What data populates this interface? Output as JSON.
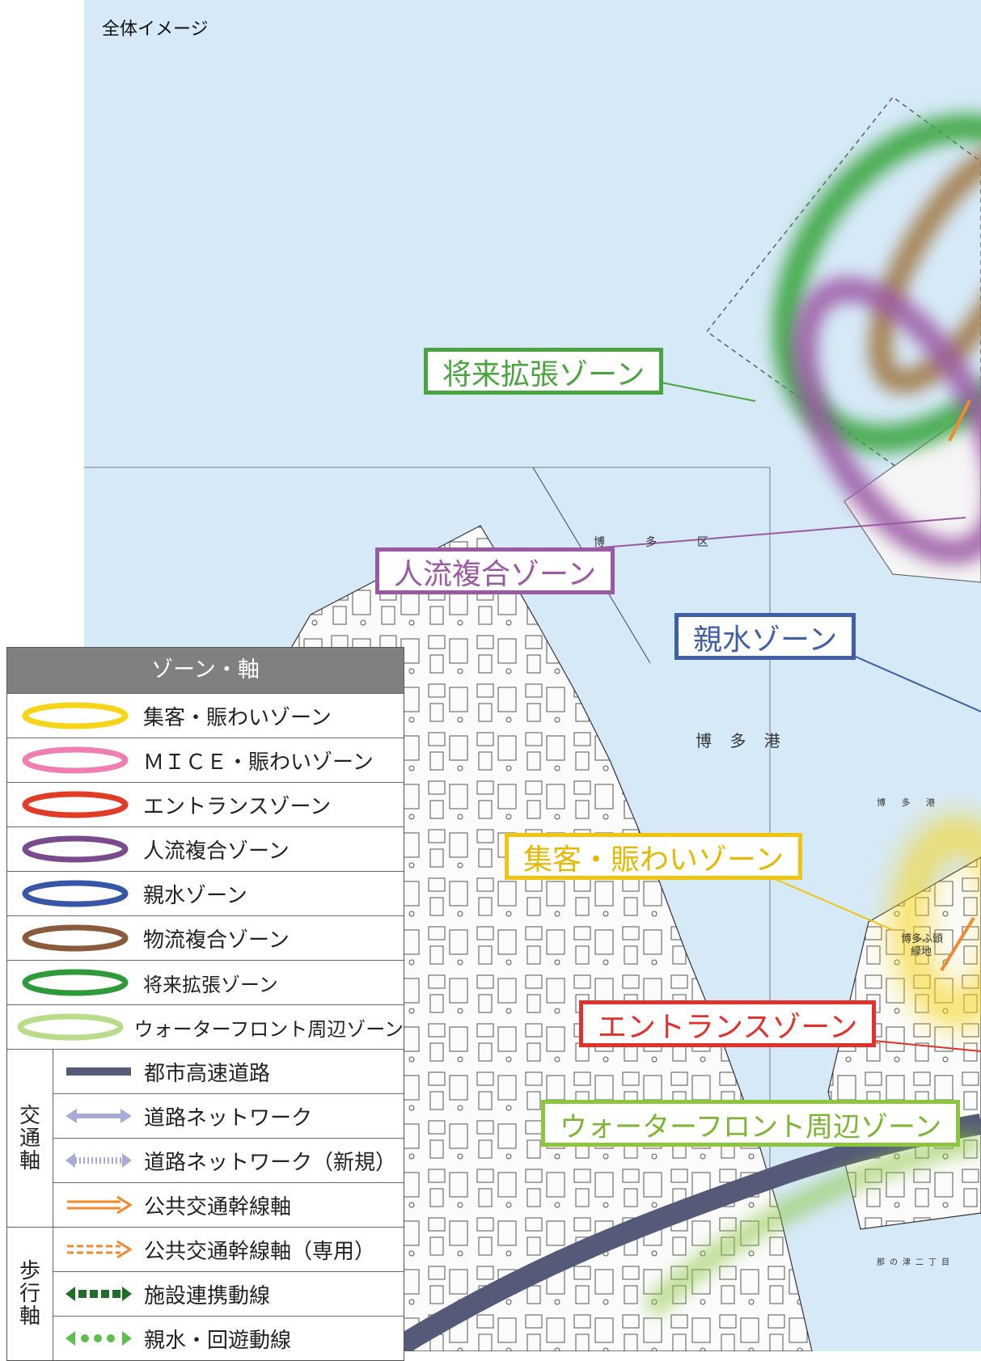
{
  "page": {
    "title": "全体イメージ"
  },
  "map": {
    "place_labels": {
      "hakata_ku": "博　多　区",
      "hakata_port": "博 多 港",
      "hakata_port_small": "博 多 港",
      "futo": "博多ふ頭",
      "ryokuchi": "緑地",
      "tsunomizu": "那の津二丁目"
    },
    "zone_labels": [
      {
        "id": "future",
        "text": "将来拡張ゾーン",
        "color": "#4aa541"
      },
      {
        "id": "people",
        "text": "人流複合ゾーン",
        "color": "#9b59a4"
      },
      {
        "id": "water",
        "text": "親水ゾーン",
        "color": "#3f5fa8"
      },
      {
        "id": "gather",
        "text": "集客・賑わいゾーン",
        "color": "#f1c40f"
      },
      {
        "id": "entrance",
        "text": "エントランスゾーン",
        "color": "#e0322b"
      },
      {
        "id": "waterfront",
        "text": "ウォーターフロント周辺ゾーン",
        "color": "#8cc63f"
      }
    ]
  },
  "legend": {
    "title": "ゾーン・軸",
    "zones": [
      {
        "label": "集客・賑わいゾーン",
        "color": "#f7d417",
        "symbol": "yellow-ellipse-icon"
      },
      {
        "label": "ＭＩＣＥ・賑わいゾーン",
        "color": "#ef7fb0",
        "symbol": "pink-ellipse-icon"
      },
      {
        "label": "エントランスゾーン",
        "color": "#e23b26",
        "symbol": "red-ellipse-icon"
      },
      {
        "label": "人流複合ゾーン",
        "color": "#7a4b8c",
        "symbol": "purple-ellipse-icon"
      },
      {
        "label": "親水ゾーン",
        "color": "#3856a8",
        "symbol": "blue-ellipse-icon"
      },
      {
        "label": "物流複合ゾーン",
        "color": "#8a5b3a",
        "symbol": "brown-ellipse-icon"
      },
      {
        "label": "将来拡張ゾーン",
        "color": "#2f9a3a",
        "symbol": "green-ellipse-icon"
      },
      {
        "label": "ウォーターフロント周辺ゾーン",
        "color": "#b9dc8a",
        "symbol": "lightgreen-ellipse-icon"
      }
    ],
    "traffic_axis": {
      "group": "交\n通\n軸",
      "items": [
        {
          "label": "都市高速道路",
          "color": "#545a78",
          "symbol": "expressway-bar-icon"
        },
        {
          "label": "道路ネットワーク",
          "color": "#a6acd6",
          "symbol": "double-arrow-icon"
        },
        {
          "label": "道路ネットワーク（新規）",
          "color": "#a6acd6",
          "symbol": "dashed-double-arrow-icon"
        },
        {
          "label": "公共交通幹線軸",
          "color": "#f18a2c",
          "symbol": "orange-arrow-icon"
        }
      ]
    },
    "walk_axis": {
      "group": "歩\n行\n軸",
      "items": [
        {
          "label": "公共交通幹線軸（専用）",
          "color": "#f18a2c",
          "symbol": "orange-dashed-arrow-icon"
        },
        {
          "label": "施設連携動線",
          "color": "#1f6e2a",
          "symbol": "green-dash-arrow-icon"
        },
        {
          "label": "親水・回遊動線",
          "color": "#5cbf4a",
          "symbol": "green-dot-arrow-icon"
        }
      ]
    }
  }
}
